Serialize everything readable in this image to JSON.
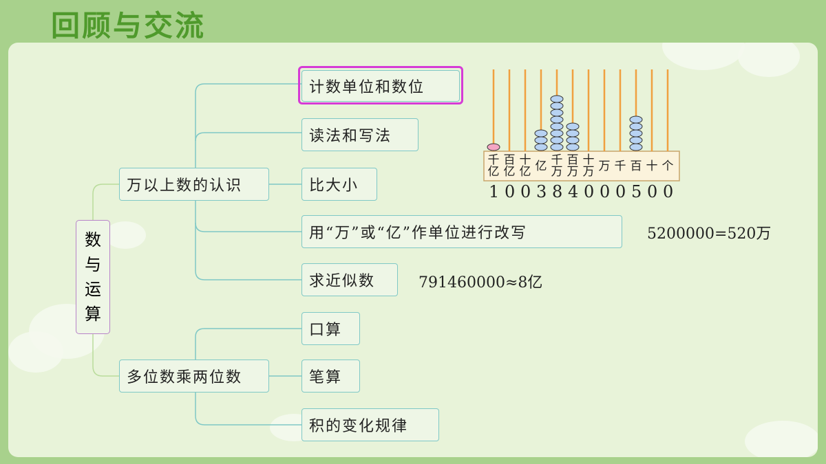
{
  "title": "回顾与交流",
  "root": [
    "数",
    "与",
    "运",
    "算"
  ],
  "branch1": "万以上数的认识",
  "branch2": "多位数乘两位数",
  "leaves1": [
    "计数单位和数位",
    "读法和写法",
    "比大小",
    "用“万”或“亿”作单位进行改写",
    "求近似数"
  ],
  "leaves2": [
    "口算",
    "笔算",
    "积的变化规律"
  ],
  "example_rewrite": "5200000=520万",
  "example_approx": "791460000≈8亿",
  "abacus": {
    "labels": [
      [
        "千",
        "亿"
      ],
      [
        "百",
        "亿"
      ],
      [
        "十",
        "亿"
      ],
      [
        "亿"
      ],
      [
        "千",
        "万"
      ],
      [
        "百",
        "万"
      ],
      [
        "十",
        "万"
      ],
      [
        "万"
      ],
      [
        "千"
      ],
      [
        "百"
      ],
      [
        "十"
      ],
      [
        "个"
      ]
    ],
    "digits": [
      "1",
      "0",
      "0",
      "3",
      "8",
      "4",
      "0",
      "0",
      "0",
      "5",
      "0",
      "0"
    ],
    "bead_colors": {
      "top": "#f4a6c4",
      "other": "#b7d2f2"
    }
  }
}
